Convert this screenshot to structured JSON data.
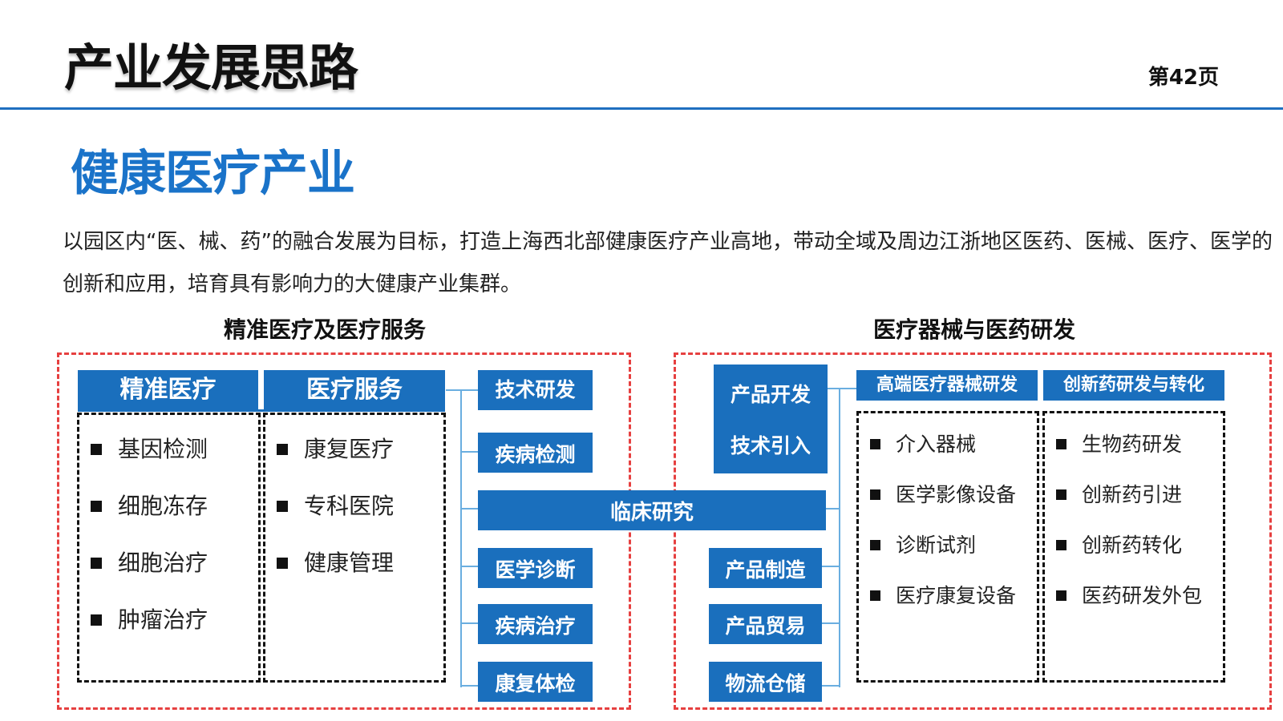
{
  "header": {
    "title": "产业发展思路",
    "page_number": "第42页"
  },
  "section": {
    "title": "健康医疗产业"
  },
  "intro": "以园区内“医、械、药”的融合发展为目标，打造上海西北部健康医疗产业高地，带动全域及周边江浙地区医药、医械、医疗、医学的创新和应用，培育具有影响力的大健康产业集群。",
  "left_group": {
    "title": "精准医疗及医疗服务",
    "columns": [
      {
        "header": "精准医疗",
        "items": [
          "基因检测",
          "细胞冻存",
          "细胞治疗",
          "肿瘤治疗"
        ]
      },
      {
        "header": "医疗服务",
        "items": [
          "康复医疗",
          "专科医院",
          "健康管理"
        ]
      }
    ],
    "branches_top": [
      "技术研发",
      "疾病检测"
    ],
    "branches_bottom": [
      "医学诊断",
      "疾病治疗",
      "康复体检"
    ]
  },
  "center": {
    "label": "临床研究"
  },
  "right_group": {
    "title": "医疗器械与医药研发",
    "top_box": [
      "产品开发",
      "技术引入"
    ],
    "branches_bottom": [
      "产品制造",
      "产品贸易",
      "物流仓储"
    ],
    "columns": [
      {
        "header": "高端医疗器械研发",
        "items": [
          "介入器械",
          "医学影像设备",
          "诊断试剂",
          "医疗康复设备"
        ]
      },
      {
        "header": "创新药研发与转化",
        "items": [
          "生物药研发",
          "创新药引进",
          "创新药转化",
          "医药研发外包"
        ]
      }
    ]
  },
  "colors": {
    "accent_blue": "#1a6fbd",
    "title_blue": "#1a73c9",
    "dash_red": "#e64040",
    "connector": "#6aaee0"
  }
}
